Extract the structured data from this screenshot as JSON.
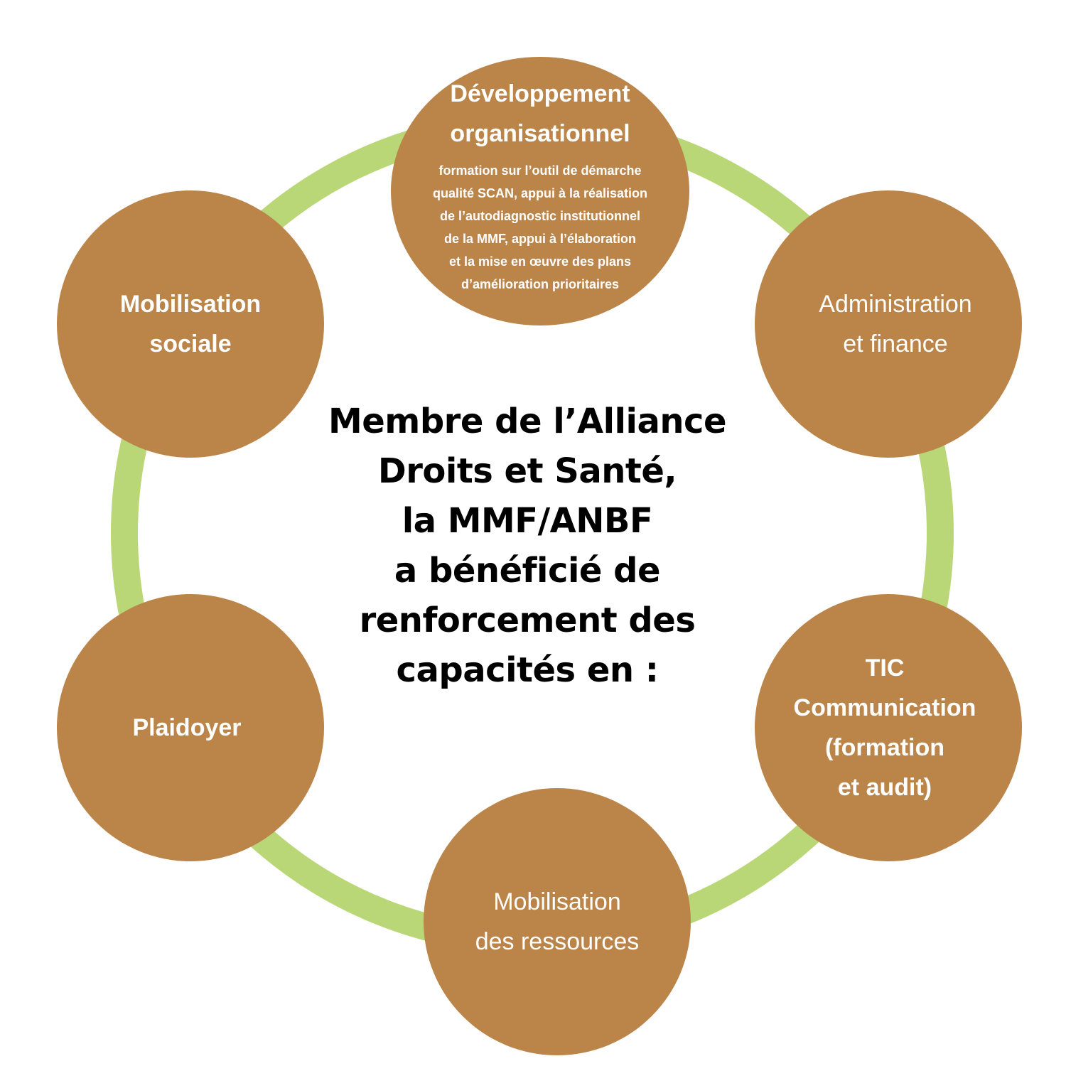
{
  "title": "Membre de l’Alliance\nDroits et Santé,\nla MMF/ANBF\na bénéficié de\nrenforcement des\ncapacités en :",
  "colors": {
    "ring": "#b9d777",
    "node": "#bb8449",
    "node_text": "#ffffff",
    "title_text": "#000000"
  },
  "nodes": {
    "developpement": {
      "title": "Développement\norganisationnel",
      "description": "formation sur l’outil de démarche\nqualité SCAN, appui à la réalisation\nde l’autodiagnostic institutionnel\nde la MMF, appui à l’élaboration\net la mise en œuvre des plans\nd’amélioration prioritaires"
    },
    "administration": {
      "title": "Administration\net finance"
    },
    "tic": {
      "title": "TIC\nCommunication\n(formation\net audit)"
    },
    "ressources": {
      "title": "Mobilisation\ndes ressources"
    },
    "plaidoyer": {
      "title": "Plaidoyer"
    },
    "mobilisation_sociale": {
      "title": "Mobilisation\nsociale"
    }
  }
}
